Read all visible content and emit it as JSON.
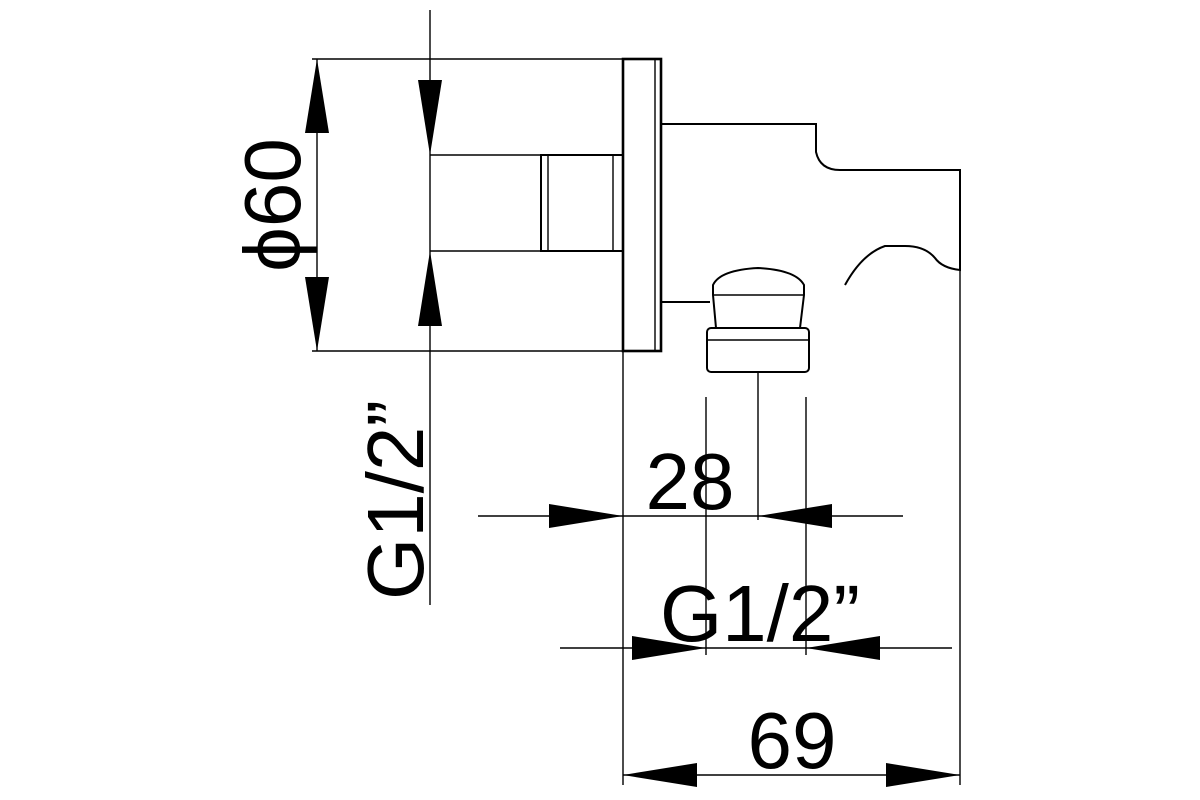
{
  "dimensions": {
    "diameter": "ϕ60",
    "thread_vertical": "G1/2”",
    "offset": "28",
    "thread_horizontal": "G1/2”",
    "depth": "69"
  }
}
